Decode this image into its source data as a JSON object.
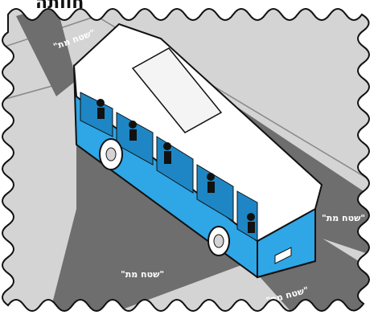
{
  "header_fragment": "חוותה",
  "labels": {
    "top_left": "\"שטח מת\"",
    "right": "\"שטח מת\"",
    "bottom_center": "\"שטח מת\"",
    "bottom_right": "\"שטח מת\""
  },
  "colors": {
    "background": "#d4d4d4",
    "blind_zone": "#6e6e6e",
    "bus_body": "#2fa6e6",
    "bus_roof": "#ffffff",
    "outline": "#111111",
    "frame_bg": "#ffffff"
  }
}
